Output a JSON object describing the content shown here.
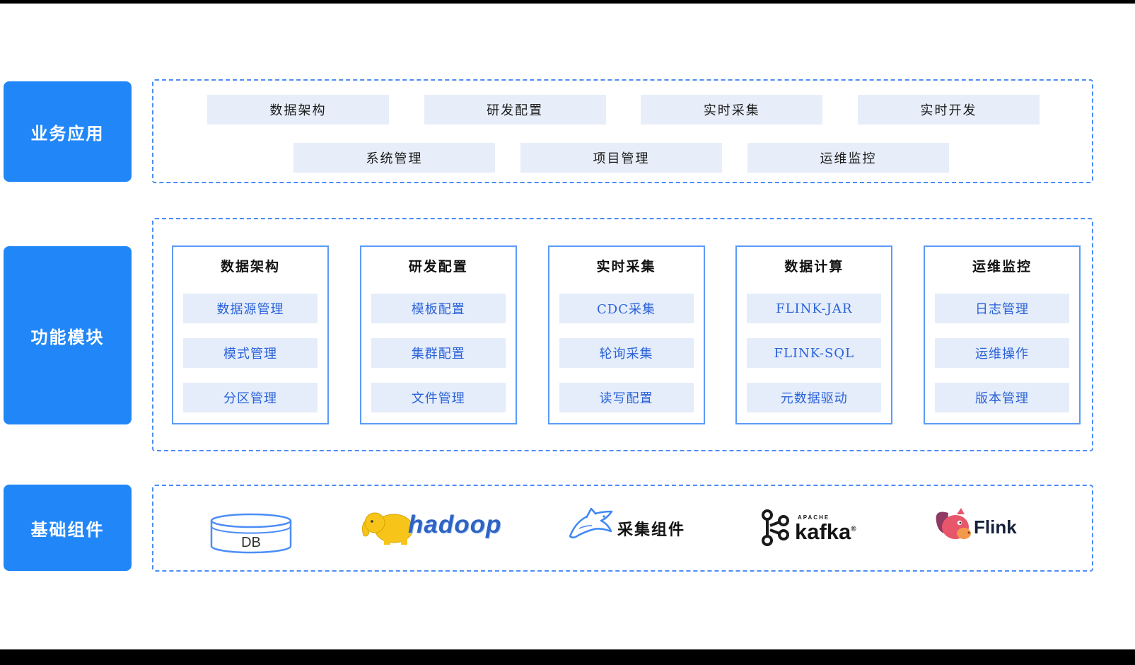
{
  "sections": {
    "business": {
      "label": "业务应用",
      "row1": [
        "数据架构",
        "研发配置",
        "实时采集",
        "实时开发"
      ],
      "row2": [
        "系统管理",
        "项目管理",
        "运维监控"
      ]
    },
    "modules": {
      "label": "功能模块",
      "columns": [
        {
          "title": "数据架构",
          "items": [
            "数据源管理",
            "模式管理",
            "分区管理"
          ]
        },
        {
          "title": "研发配置",
          "items": [
            "模板配置",
            "集群配置",
            "文件管理"
          ]
        },
        {
          "title": "实时采集",
          "items": [
            "CDC采集",
            "轮询采集",
            "读写配置"
          ]
        },
        {
          "title": "数据计算",
          "items": [
            "FLINK-JAR",
            "FLINK-SQL",
            "元数据驱动"
          ]
        },
        {
          "title": "运维监控",
          "items": [
            "日志管理",
            "运维操作",
            "版本管理"
          ]
        }
      ]
    },
    "components": {
      "label": "基础组件",
      "db_label": "DB",
      "hadoop_label": "hadoop",
      "collector_label": "采集组件",
      "kafka_brand": "APACHE",
      "kafka_label": "kafka",
      "kafka_reg": "®",
      "flink_label": "Flink"
    }
  },
  "colors": {
    "accent_blue": "#2187F8",
    "dashed_border": "#4C8DF6",
    "column_border": "#5B9BF8",
    "chip_bg": "#E7EEFA",
    "item_bg": "#E5EDFB",
    "item_text": "#2A62D8",
    "hadoop_yellow": "#F7C519",
    "flink_pink": "#E8566B",
    "kafka_black": "#1A1A1A"
  }
}
